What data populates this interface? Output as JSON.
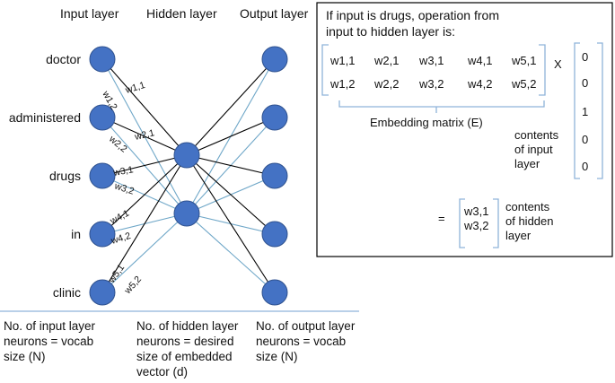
{
  "headers": {
    "input_layer": "Input layer",
    "hidden_layer": "Hidden layer",
    "output_layer": "Output layer"
  },
  "input_words": [
    "doctor",
    "administered",
    "drugs",
    "in",
    "clinic"
  ],
  "weight_labels": [
    "w1,1",
    "w1,2",
    "w2,1",
    "w2,2",
    "w3,1",
    "w3,2",
    "w4,1",
    "w4,2",
    "w5,1",
    "w5,2"
  ],
  "colors": {
    "node_fill": "#4472c4",
    "node_stroke": "#2f528f",
    "edge_to_h1": "#000000",
    "edge_to_h2": "#6fa7c8",
    "bracket": "#8fb3d9",
    "box_border": "#000000"
  },
  "panel": {
    "title_line1": "If input is drugs, operation from",
    "title_line2": "input to hidden layer is:",
    "matrix_row1": [
      "w1,1",
      "w2,1",
      "w3,1",
      "w4,1",
      "w5,1"
    ],
    "matrix_row2": [
      "w1,2",
      "w2,2",
      "w3,2",
      "w4,2",
      "w5,2"
    ],
    "times": "X",
    "vector": [
      "0",
      "0",
      "1",
      "0",
      "0"
    ],
    "embedding_label": "Embedding matrix (E)",
    "input_contents": [
      "contents",
      "of input",
      "layer"
    ],
    "equals": "=",
    "result": [
      "w3,1",
      "w3,2"
    ],
    "hidden_contents": [
      "contents",
      "of hidden",
      "layer"
    ]
  },
  "footer": {
    "input": [
      "No. of input layer",
      "neurons = vocab",
      "size (N)"
    ],
    "hidden": [
      "No. of hidden layer",
      "neurons = desired",
      "size of embedded",
      "vector (d)"
    ],
    "output": [
      "No. of output layer",
      "neurons = vocab",
      "size (N)"
    ]
  }
}
